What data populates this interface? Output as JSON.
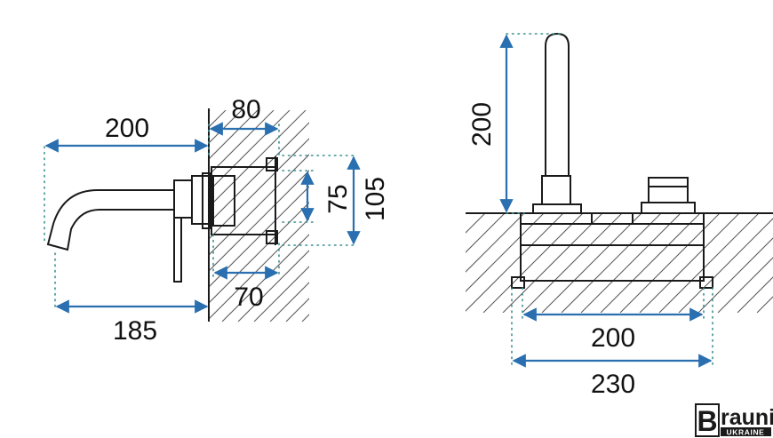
{
  "side_view": {
    "spout_projection": "200",
    "wall_depth": "80",
    "box_inner_height": "75",
    "box_outer_height": "105",
    "box_plate_depth": "70",
    "spout_reach": "185"
  },
  "top_view": {
    "spout_height": "200",
    "inner_width": "200",
    "outer_width": "230"
  },
  "logo": {
    "brand": "rauni",
    "brand_initial": "B",
    "subtitle": "UKRAINE"
  }
}
